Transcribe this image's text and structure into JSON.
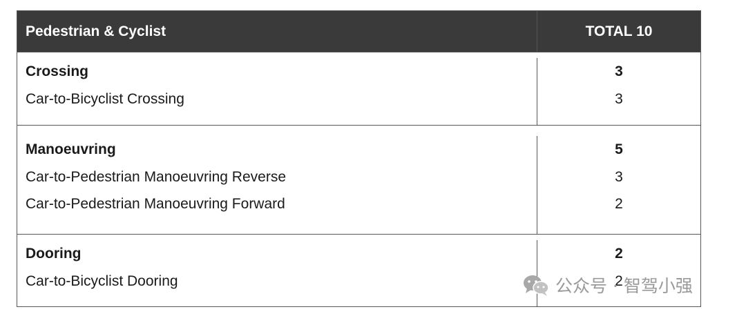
{
  "table": {
    "header": {
      "category": "Pedestrian & Cyclist",
      "total": "TOTAL 10"
    },
    "groups": [
      {
        "title": "Crossing",
        "score": "3",
        "items": [
          {
            "label": "Car-to-Bicyclist Crossing",
            "score": "3"
          }
        ]
      },
      {
        "title": "Manoeuvring",
        "score": "5",
        "items": [
          {
            "label": "Car-to-Pedestrian Manoeuvring Reverse",
            "score": "3"
          },
          {
            "label": "Car-to-Pedestrian Manoeuvring Forward",
            "score": "2"
          }
        ]
      },
      {
        "title": "Dooring",
        "score": "2",
        "items": [
          {
            "label": "Car-to-Bicyclist Dooring",
            "score": "2"
          }
        ]
      }
    ]
  },
  "watermark": {
    "icon": "wechat-icon",
    "text": "公众号 · 智驾小强"
  }
}
